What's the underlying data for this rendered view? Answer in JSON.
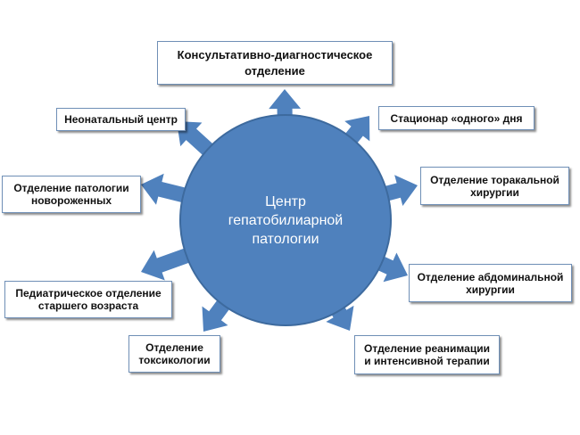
{
  "center": {
    "label": "Центр\nгепатобилиарной\nпатологии"
  },
  "departments": [
    {
      "label": "Консультативно-диагностическое\nотделение"
    },
    {
      "label": "Стационар «одного» дня"
    },
    {
      "label": "Отделение торакальной\nхирургии"
    },
    {
      "label": "Отделение абдоминальной\nхирургии"
    },
    {
      "label": "Отделение реанимации\nи интенсивной терапии"
    },
    {
      "label": "Отделение\nтоксикологии"
    },
    {
      "label": "Педиатрическое отделение\nстаршего возраста"
    },
    {
      "label": "Отделение патологии\nновороженных"
    },
    {
      "label": "Неонатальный центр"
    }
  ],
  "colors": {
    "circle_fill": "#4f81bd",
    "circle_stroke": "#3d6a9e",
    "arrow_fill": "#4f81bd",
    "box_border": "#6f8fb6"
  }
}
